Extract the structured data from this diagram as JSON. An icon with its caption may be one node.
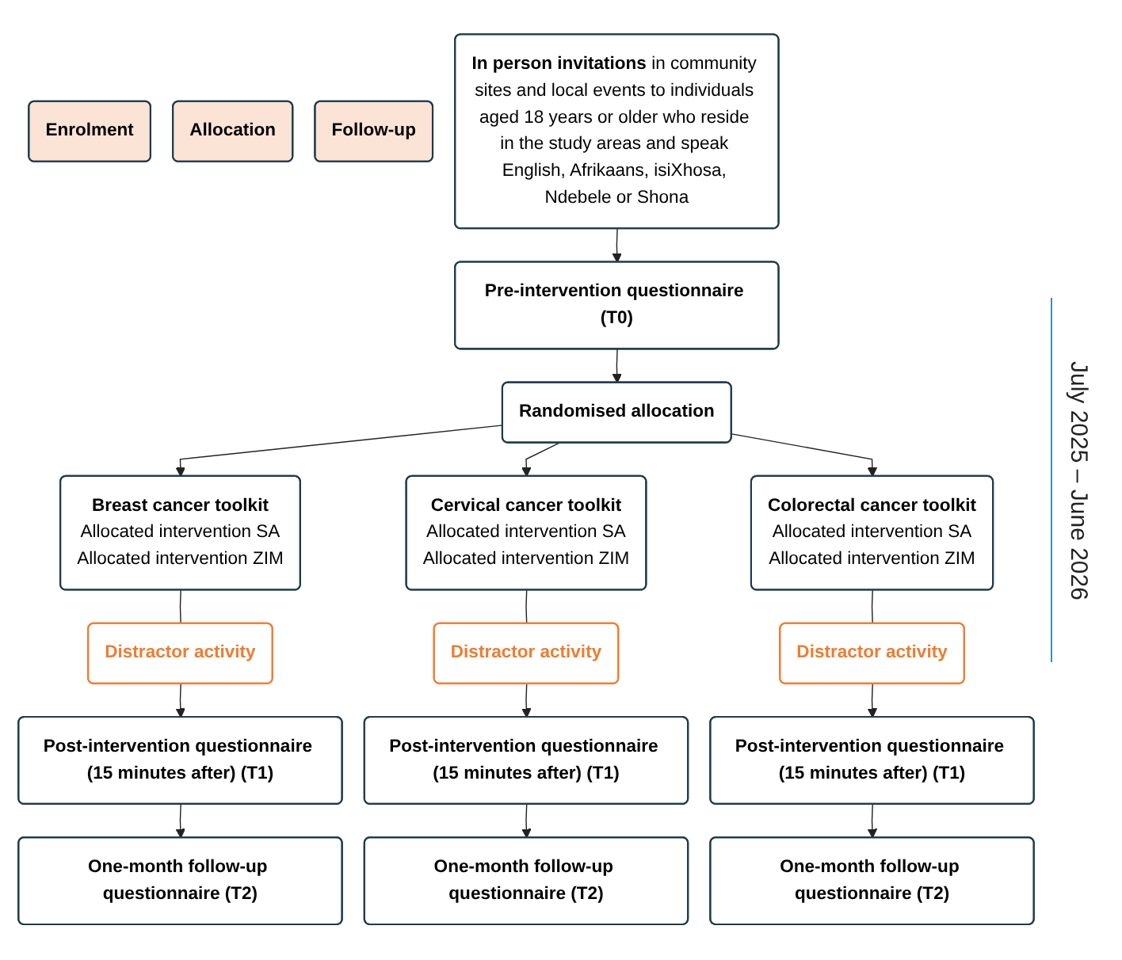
{
  "diagram": {
    "nodes": [
      {
        "text": [
          "Enrolment"
        ]
      },
      {
        "text": [
          "Allocation"
        ]
      },
      {
        "text": [
          "Follow-up"
        ]
      },
      {
        "text": [
          "**In person invitations** in community sites and local events to individuals aged 18 years or older who reside in the study areas and speak English, Afrikaans, isiXhosa, Ndebele or Shona"
        ]
      },
      {
        "text": [
          "Pre-intervention questionnaire (T0)"
        ]
      },
      {
        "text": [
          "Randomised allocation"
        ]
      },
      {
        "text": [
          "Breast cancer toolkit",
          "Allocated intervention SA",
          "Allocated intervention ZIM"
        ]
      },
      {
        "text": [
          "Cervical cancer toolkit",
          "Allocated intervention SA",
          "Allocated intervention ZIM"
        ]
      },
      {
        "text": [
          "Colorectal cancer toolkit",
          "Allocated intervention SA",
          "Allocated intervention ZIM"
        ]
      },
      {
        "text": [
          "Distractor activity"
        ]
      },
      {
        "text": [
          "Distractor activity"
        ]
      },
      {
        "text": [
          "Distractor activity"
        ]
      },
      {
        "text": [
          "Post-intervention questionnaire (15 minutes after) (T1)"
        ]
      },
      {
        "text": [
          "Post-intervention questionnaire (15 minutes after) (T1)"
        ]
      },
      {
        "text": [
          "Post-intervention questionnaire (15 minutes after) (T1)"
        ]
      },
      {
        "text": [
          "One-month follow-up questionnaire (T2)"
        ]
      },
      {
        "text": [
          "One-month follow-up questionnaire (T2)"
        ]
      },
      {
        "text": [
          "One-month follow-up questionnaire (T2)"
        ]
      }
    ],
    "edges": [
      {
        "from": 3,
        "to": 4,
        "arrow": "to"
      },
      {
        "from": 4,
        "to": 5,
        "arrow": "to"
      },
      {
        "from": 5,
        "to": 6,
        "arrow": "to"
      },
      {
        "from": 5,
        "to": 7,
        "arrow": "to"
      },
      {
        "from": 5,
        "to": 8,
        "arrow": "to"
      },
      {
        "from": 6,
        "to": 9,
        "arrow": "none"
      },
      {
        "from": 7,
        "to": 10,
        "arrow": "none"
      },
      {
        "from": 8,
        "to": 11,
        "arrow": "none"
      },
      {
        "from": 9,
        "to": 12,
        "arrow": "to"
      },
      {
        "from": 10,
        "to": 13,
        "arrow": "to"
      },
      {
        "from": 11,
        "to": 14,
        "arrow": "to"
      },
      {
        "from": 12,
        "to": 15,
        "arrow": "to"
      },
      {
        "from": 13,
        "to": 16,
        "arrow": "to"
      },
      {
        "from": 14,
        "to": 17,
        "arrow": "to"
      }
    ],
    "labels": [
      "July 2025 – June 2026"
    ]
  }
}
